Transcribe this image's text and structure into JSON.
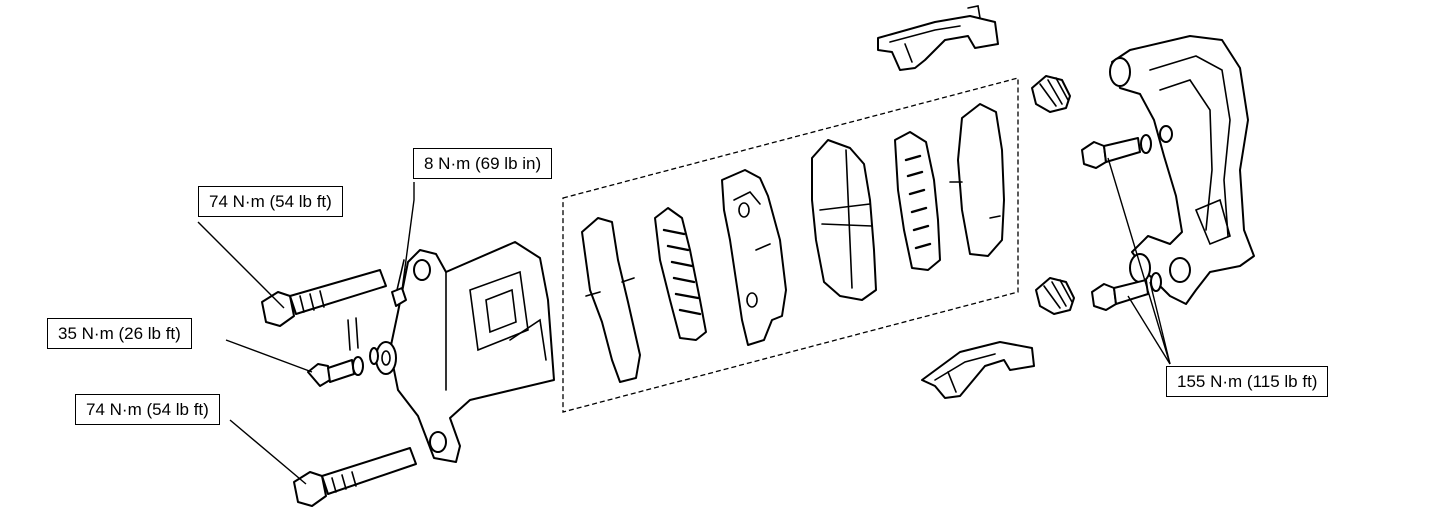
{
  "labels": {
    "torque_8nm": "8 N·m (69 lb in)",
    "torque_74nm_upper": "74 N·m (54 lb ft)",
    "torque_35nm": "35 N·m (26 lb ft)",
    "torque_74nm_lower": "74 N·m (54 lb ft)",
    "torque_155nm": "155 N·m (115 lb ft)"
  },
  "colors": {
    "line": "#000000",
    "background": "#ffffff"
  }
}
